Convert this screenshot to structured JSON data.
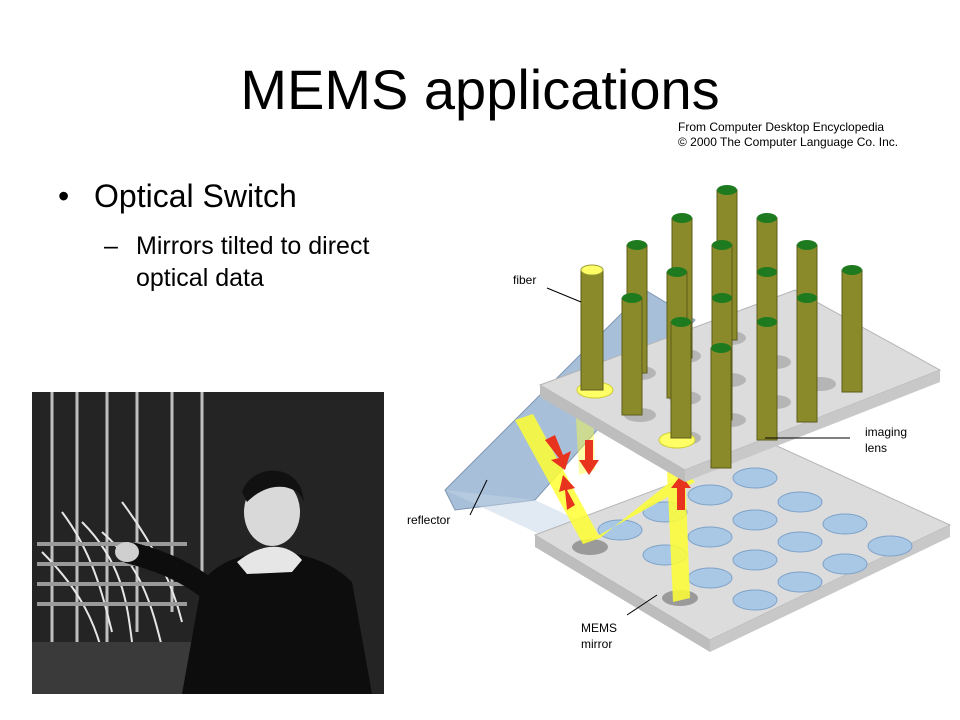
{
  "slide": {
    "title": "MEMS applications",
    "bullet": "Optical Switch",
    "sub_bullet_line1": "Mirrors tilted to direct",
    "sub_bullet_line2": "optical data",
    "bullet_marker": "•",
    "dash_marker": "–"
  },
  "diagram": {
    "credit_line1": "From Computer Desktop Encyclopedia",
    "credit_line2": "© 2000 The Computer Language Co. Inc.",
    "labels": {
      "fiber": "fiber",
      "reflector": "reflector",
      "imaging_line1": "imaging",
      "imaging_line2": "lens",
      "mems_line1": "MEMS",
      "mems_line2": "mirror"
    },
    "colors": {
      "fiber": "#8a8a2a",
      "fiber_top": "#1e7a1e",
      "plate": "#dcdcdc",
      "mirror": "#a9c8e6",
      "beam": "#ffff33",
      "arrow": "#e8331f",
      "reflector": "#a7bfd8"
    }
  },
  "photo": {
    "description_icon": "switchboard-operator-photo"
  }
}
